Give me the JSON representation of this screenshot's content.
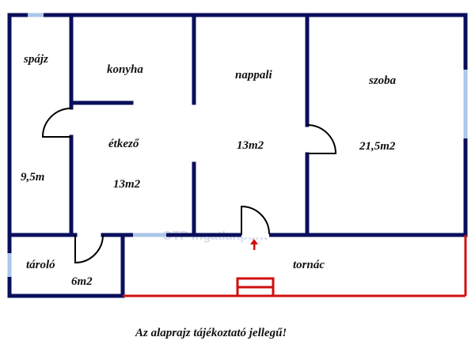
{
  "rooms": {
    "spajz": {
      "name": "spájz",
      "area": "9,5m"
    },
    "konyha": {
      "name": "konyha"
    },
    "etkezo": {
      "name": "étkező",
      "area": "13m2"
    },
    "nappali": {
      "name": "nappali",
      "area": "13m2"
    },
    "szoba": {
      "name": "szoba",
      "area": "21,5m2"
    },
    "tarolo": {
      "name": "tároló",
      "area": "6m2"
    },
    "tornac": {
      "name": "tornác"
    }
  },
  "watermark": "OTP Ingatlanpont",
  "disclaimer": "Az alaprajz tájékoztató jellegű!",
  "colors": {
    "wall": "#0a0f5c",
    "window": "#aac8e8",
    "porch": "#d01010",
    "door": "#000000"
  }
}
